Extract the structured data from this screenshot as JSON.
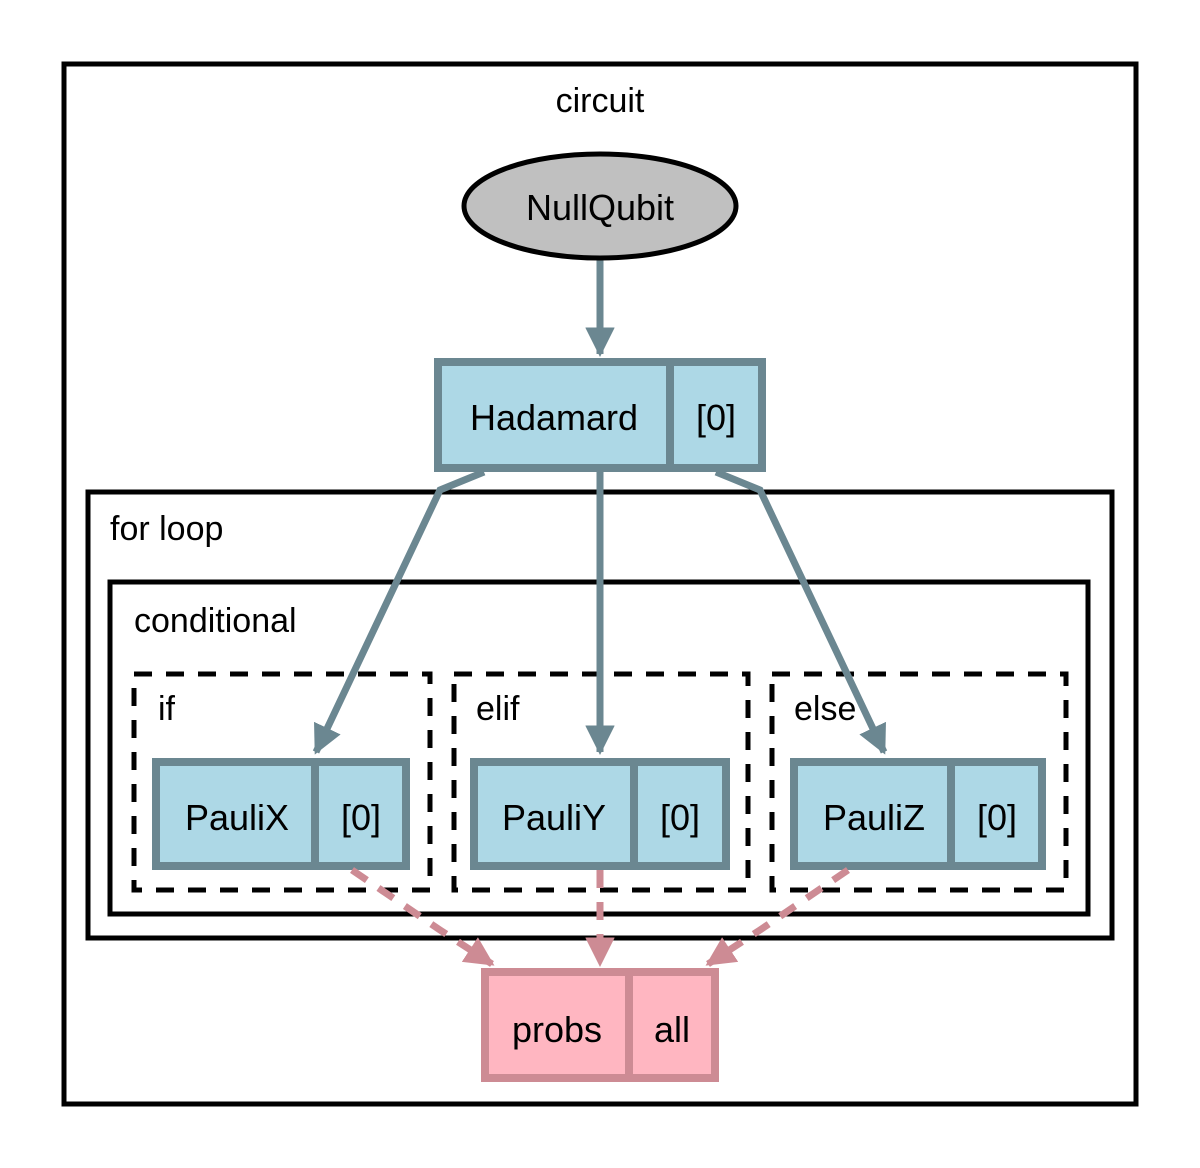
{
  "colors": {
    "gate_fill": "#add8e6",
    "gate_stroke": "#6b8791",
    "measure_fill": "#ffb6c1",
    "measure_stroke": "#cd8b94",
    "device_fill": "#c0c0c0",
    "cluster_stroke": "#000000"
  },
  "clusters": {
    "circuit": "circuit",
    "for_loop": "for loop",
    "conditional": "conditional",
    "branch_if": "if",
    "branch_elif": "elif",
    "branch_else": "else"
  },
  "nodes": {
    "device": {
      "label": "NullQubit"
    },
    "hadamard": {
      "name": "Hadamard",
      "wires": "[0]"
    },
    "paulix": {
      "name": "PauliX",
      "wires": "[0]"
    },
    "pauliy": {
      "name": "PauliY",
      "wires": "[0]"
    },
    "pauliz": {
      "name": "PauliZ",
      "wires": "[0]"
    },
    "measure": {
      "name": "probs",
      "wires": "all"
    }
  },
  "edges": [
    {
      "from": "NullQubit",
      "to": "Hadamard",
      "style": "solid"
    },
    {
      "from": "Hadamard",
      "to": "PauliX",
      "style": "solid"
    },
    {
      "from": "Hadamard",
      "to": "PauliY",
      "style": "solid"
    },
    {
      "from": "Hadamard",
      "to": "PauliZ",
      "style": "solid"
    },
    {
      "from": "PauliX",
      "to": "probs",
      "style": "dashed"
    },
    {
      "from": "PauliY",
      "to": "probs",
      "style": "dashed"
    },
    {
      "from": "PauliZ",
      "to": "probs",
      "style": "dashed"
    }
  ]
}
